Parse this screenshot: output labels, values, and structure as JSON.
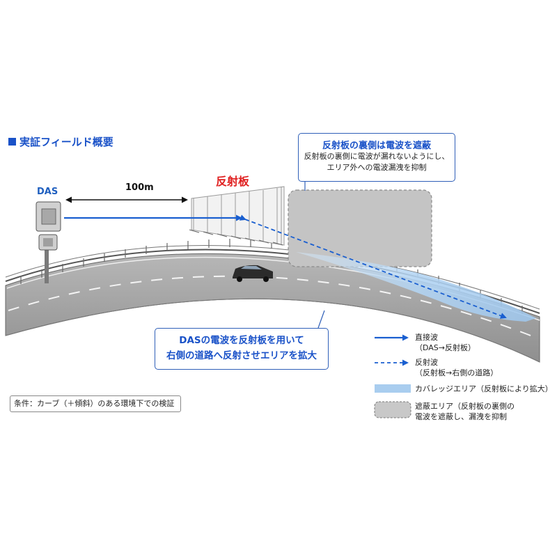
{
  "title": "実証フィールド概要",
  "labels": {
    "das": "DAS",
    "distance": "100m",
    "reflector": "反射板"
  },
  "callout_top": {
    "title": "反射板の裏側は電波を遮蔽",
    "line1": "反射板の裏側に電波が漏れないようにし、",
    "line2": "エリア外への電波漏洩を抑制"
  },
  "callout_main": {
    "line1": "DASの電波を反射板を用いて",
    "line2": "右側の道路へ反射させエリアを拡大"
  },
  "condition": "条件：カーブ（＋傾斜）のある環境下での検証",
  "legend": {
    "direct": {
      "line1": "直接波",
      "line2": "（DAS→反射板）"
    },
    "reflected": {
      "line1": "反射波",
      "line2": "（反射板→右側の道路）"
    },
    "coverage": {
      "line1": "カバレッジエリア（反射板により拡大）"
    },
    "shield": {
      "line1": "遮蔽エリア（反射板の裏側の",
      "line2": "電波を遮蔽し、漏洩を抑制"
    }
  },
  "colors": {
    "accent": "#1a52c8",
    "reflector_label": "#e02020",
    "coverage": "#a9cdef",
    "shield": "#c8c8c8"
  }
}
